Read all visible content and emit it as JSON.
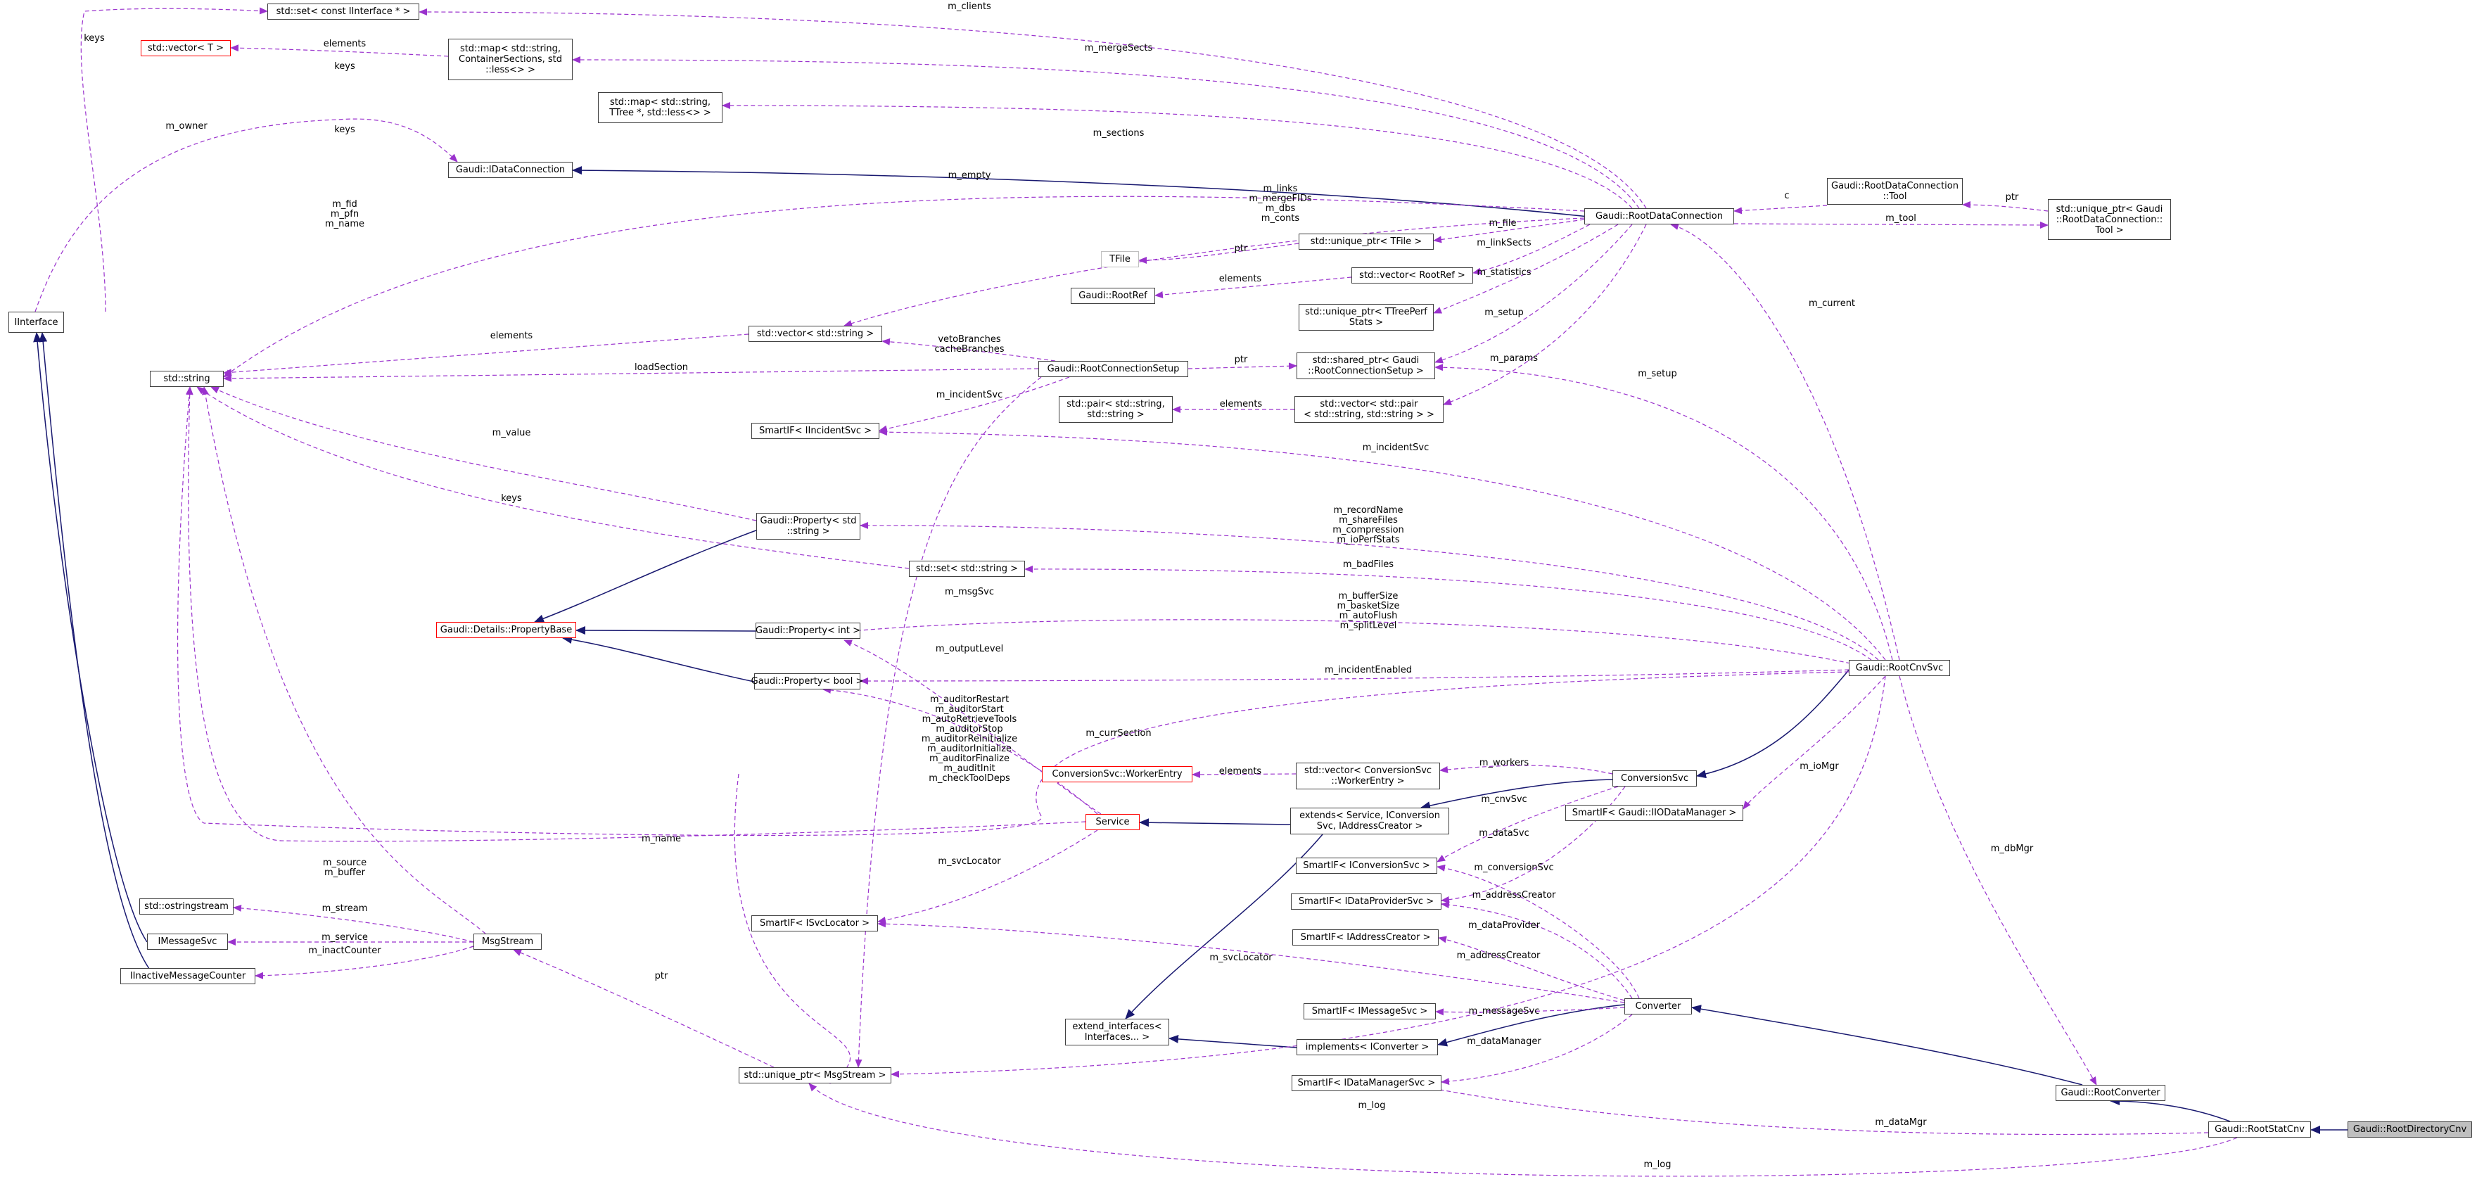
{
  "nodes": {
    "iinterface": "IInterface",
    "set_iinterface": "std::set< const IInterface * >",
    "vector_t": "std::vector< T >",
    "map_containersections": "std::map< std::string,\nContainerSections, std\n::less<> >",
    "map_ttree": "std::map< std::string,\nTTree *, std::less<> >",
    "idataconnection": "Gaudi::IDataConnection",
    "rootdataconnection": "Gaudi::RootDataConnection",
    "rdc_tool": "Gaudi::RootDataConnection\n::Tool",
    "unique_ptr_tool": "std::unique_ptr< Gaudi\n::RootDataConnection::\nTool >",
    "unique_ptr_tfile": "std::unique_ptr< TFile >",
    "tfile": "TFile",
    "rootref": "Gaudi::RootRef",
    "vector_rootref": "std::vector< RootRef >",
    "unique_ptr_ttreeperf": "std::unique_ptr< TTreePerf\nStats >",
    "std_string": "std::string",
    "vector_string": "std::vector< std::string >",
    "rootconnectionsetup": "Gaudi::RootConnectionSetup",
    "shared_ptr_setup": "std::shared_ptr< Gaudi\n::RootConnectionSetup >",
    "pair_string": "std::pair< std::string,\nstd::string >",
    "vector_pair": "std::vector< std::pair\n< std::string, std::string > >",
    "smartif_iincidentsvc": "SmartIF< IIncidentSvc >",
    "property_string": "Gaudi::Property< std\n::string >",
    "set_string": "std::set< std::string >",
    "propertybase": "Gaudi::Details::PropertyBase",
    "property_int": "Gaudi::Property< int >",
    "property_bool": "Gaudi::Property< bool >",
    "rootcnvsvc": "Gaudi::RootCnvSvc",
    "workerentry": "ConversionSvc::WorkerEntry",
    "vector_workerentry": "std::vector< ConversionSvc\n::WorkerEntry >",
    "conversionsvc": "ConversionSvc",
    "extends_service": "extends< Service, IConversion\nSvc, IAddressCreator >",
    "smartif_iiodatamanager": "SmartIF< Gaudi::IIODataManager >",
    "service": "Service",
    "smartif_iconversionsvc": "SmartIF< IConversionSvc >",
    "smartif_idataprovidersvc": "SmartIF< IDataProviderSvc >",
    "smartif_iaddresscreator": "SmartIF< IAddressCreator >",
    "ostringstream": "std::ostringstream",
    "imessagesvc": "IMessageSvc",
    "msgstream": "MsgStream",
    "iinactivemessagecounter": "IInactiveMessageCounter",
    "smartif_isvclocator": "SmartIF< ISvcLocator >",
    "smartif_imessagesvc": "SmartIF< IMessageSvc >",
    "converter": "Converter",
    "extend_interfaces": "extend_interfaces<\nInterfaces... >",
    "implements_iconverter": "implements< IConverter >",
    "smartif_idatamanagersvc": "SmartIF< IDataManagerSvc >",
    "unique_ptr_msgstream": "std::unique_ptr< MsgStream >",
    "rootconverter": "Gaudi::RootConverter",
    "rootstatcnv": "Gaudi::RootStatCnv",
    "rootdirectorycnv": "Gaudi::RootDirectoryCnv"
  },
  "edge_labels": {
    "keys_iinterface": "keys",
    "m_clients": "m_clients",
    "elements_vector_t": "elements",
    "keys_map": "keys",
    "m_mergesects": "m_mergeSects",
    "m_owner": "m_owner",
    "keys_map_ttree": "keys",
    "m_sections": "m_sections",
    "m_fid_pfn_name": "m_fid\nm_pfn\nm_name",
    "m_empty": "m_empty",
    "m_links_group": "m_links\nm_mergeFIDs\nm_dbs\nm_conts",
    "c": "c",
    "ptr_tool": "ptr",
    "m_tool": "m_tool",
    "m_file": "m_file",
    "ptr_tfile": "ptr",
    "m_linksects": "m_linkSects",
    "elements_rootref": "elements",
    "m_statistics": "m_statistics",
    "m_setup_rdc": "m_setup",
    "elements_vector_string": "elements",
    "vetobranches": "vetoBranches\ncacheBranches",
    "loadsection": "loadSection",
    "ptr_setup": "ptr",
    "m_params": "m_params",
    "elements_pair": "elements",
    "m_incidentsvc_setup": "m_incidentSvc",
    "m_current": "m_current",
    "m_setup_cnv": "m_setup",
    "m_value": "m_value",
    "m_incidentsvc": "m_incidentSvc",
    "keys_set_string": "keys",
    "m_recordname_group": "m_recordName\nm_shareFiles\nm_compression\nm_ioPerfStats",
    "m_badfiles": "m_badFiles",
    "m_msgsvc": "m_msgSvc",
    "m_buffersize_group": "m_bufferSize\nm_basketSize\nm_autoFlush\nm_splitLevel",
    "m_outputlevel": "m_outputLevel",
    "m_incidentenabled": "m_incidentEnabled",
    "m_auditor_group": "m_auditorRestart\nm_auditorStart\nm_autoRetrieveTools\nm_auditorStop\nm_auditorReinitialize\nm_auditorInitialize\nm_auditorFinalize\nm_auditInit\nm_checkToolDeps",
    "m_currsection": "m_currSection",
    "elements_workerentry": "elements",
    "m_workers": "m_workers",
    "m_iomgr": "m_ioMgr",
    "m_dbmgr": "m_dbMgr",
    "m_name": "m_name",
    "m_cnvsvc": "m_cnvSvc",
    "m_datasvc": "m_dataSvc",
    "m_conversionsvc": "m_conversionSvc",
    "m_addresscreator_1": "m_addressCreator",
    "m_dataprovider": "m_dataProvider",
    "m_addresscreator_2": "m_addressCreator",
    "m_svclocator_service": "m_svcLocator",
    "m_source_buffer": "m_source\nm_buffer",
    "m_stream": "m_stream",
    "m_service": "m_service",
    "m_inactcounter": "m_inactCounter",
    "m_svclocator_converter": "m_svcLocator",
    "m_messagesvc": "m_messageSvc",
    "m_datamanager": "m_dataManager",
    "ptr_msgstream": "ptr",
    "m_log_cnv": "m_log",
    "m_datamgr": "m_dataMgr",
    "m_log_stat": "m_log"
  },
  "colors": {
    "inheritance": "#191970",
    "usage": "#9a32cd",
    "node_border": "#404040",
    "undocumented_border": "#ff0000",
    "external_border": "#bfbfbf",
    "focus_fill": "#bfbfbf"
  }
}
